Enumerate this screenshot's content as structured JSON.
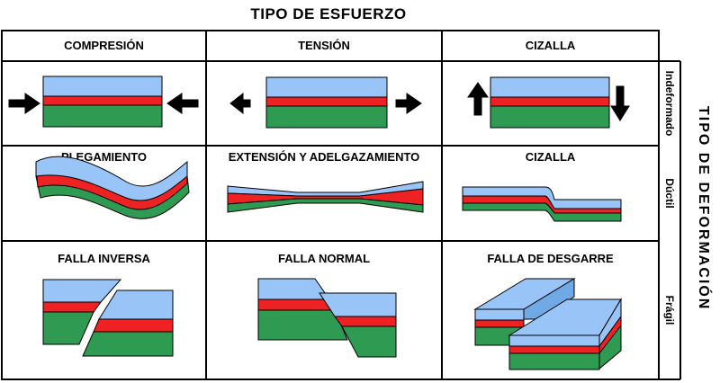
{
  "title": "TIPO DE ESFUERZO",
  "columns": [
    "COMPRESIÓN",
    "TENSIÓN",
    "CIZALLA"
  ],
  "rows": [
    "Indeformado",
    "Dúctil",
    "Frágil"
  ],
  "side_title": "TIPO  DE  DEFORMACIÓN",
  "cells": {
    "ductile": [
      "PLEGAMIENTO",
      "EXTENSIÓN Y ADELGAZAMIENTO",
      "CIZALLA"
    ],
    "brittle": [
      "FALLA INVERSA",
      "FALLA NORMAL",
      "FALLA DE DESGARRE"
    ]
  },
  "colors": {
    "blue": "#99c4f7",
    "red": "#ee2222",
    "green": "#2e9a52",
    "outline": "#000000"
  }
}
